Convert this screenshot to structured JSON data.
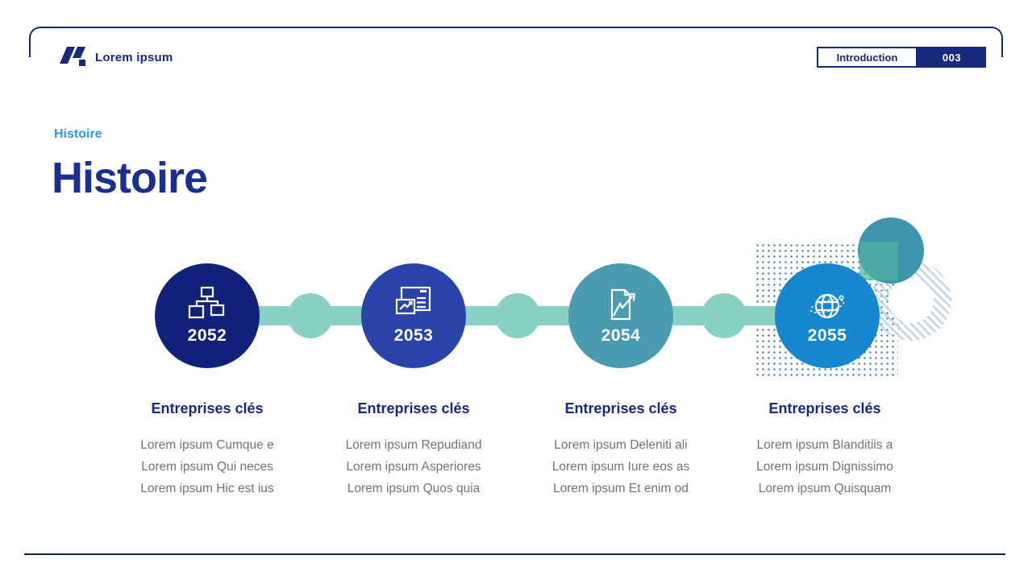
{
  "header": {
    "brand": "Lorem ipsum",
    "nav_label": "Introduction",
    "page_number": "003"
  },
  "page": {
    "eyebrow": "Histoire",
    "title": "Histoire"
  },
  "timeline": [
    {
      "year": "2052",
      "icon": "org-chart-icon",
      "circle_color": "#12227a",
      "heading": "Entreprises clés",
      "items": [
        "Lorem ipsum Cumque e",
        "Lorem ipsum Qui neces",
        "Lorem ipsum Hic est ius"
      ]
    },
    {
      "year": "2053",
      "icon": "browser-analytics-icon",
      "circle_color": "#2a43a8",
      "heading": "Entreprises clés",
      "items": [
        "Lorem ipsum Repudiand",
        "Lorem ipsum Asperiores",
        "Lorem ipsum Quos quia"
      ]
    },
    {
      "year": "2054",
      "icon": "growth-document-icon",
      "circle_color": "#4a9ab0",
      "heading": "Entreprises clés",
      "items": [
        "Lorem ipsum Deleniti ali",
        "Lorem ipsum Iure eos as",
        "Lorem ipsum Et enim od"
      ]
    },
    {
      "year": "2055",
      "icon": "globe-icon",
      "circle_color": "#1787cf",
      "heading": "Entreprises clés",
      "items": [
        "Lorem ipsum Blanditiis a",
        "Lorem ipsum Dignissimo",
        "Lorem ipsum Quisquam"
      ]
    }
  ],
  "colors": {
    "navy": "#16297f",
    "title_navy": "#1b2f8f",
    "eyebrow_blue": "#2e9ae0",
    "connector_teal": "#8ad1c5",
    "dot_pattern_blue": "#2f6fae",
    "stripe_blue": "#c3d6e6",
    "deco_teal_circle": "#3e93ad",
    "deco_teal_square": "#4db3a1",
    "body_gray": "#6f747b"
  }
}
